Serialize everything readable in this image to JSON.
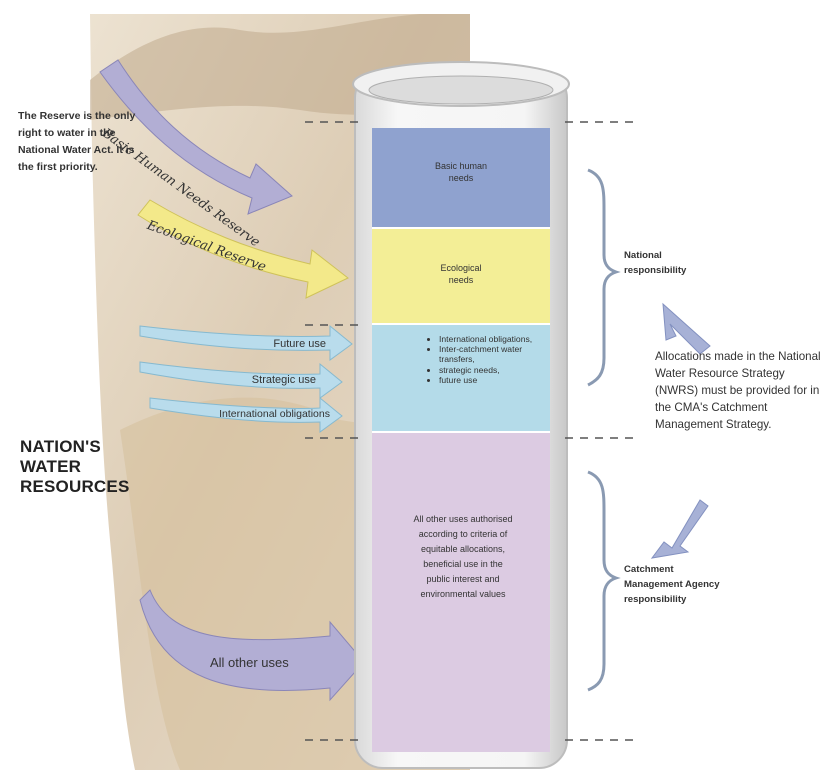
{
  "intro_note": "The Reserve is the only right to water in the National Water Act. It is the first priority.",
  "title": "NATION'S WATER RESOURCES",
  "arrows": {
    "basic_reserve": "Basic Human Needs Reserve",
    "ecological_reserve": "Ecological Reserve",
    "future_use": "Future use",
    "strategic_use": "Strategic use",
    "international": "International obligations",
    "all_other": "All other uses"
  },
  "column": {
    "basic_needs": "Basic human needs",
    "ecological_needs": "Ecological needs",
    "bullets": [
      "International obligations,",
      "Inter-catchment water transfers,",
      "strategic needs,",
      "future use"
    ],
    "other_uses": "All other uses authorised according to criteria of equitable allocations, beneficial use in the public interest and environmental values"
  },
  "right": {
    "national": "National responsibility",
    "catchment": "Catchment Management Agency responsibility",
    "allocations": "Allocations made in the National Water Resource Strategy (NWRS) must be provided for in the CMA's Catchment Management Strategy."
  },
  "colors": {
    "basic_segment": "#8fa2cf",
    "ecological_segment": "#f3ee96",
    "future_segment": "#b4dbe9",
    "other_segment": "#dccbe2",
    "arrow_purple": "#b2aed4",
    "arrow_yellow": "#f3e98a",
    "arrow_blue": "#b9dcec"
  },
  "icons": [
    "curly-brace-icon",
    "arrow-icon"
  ]
}
